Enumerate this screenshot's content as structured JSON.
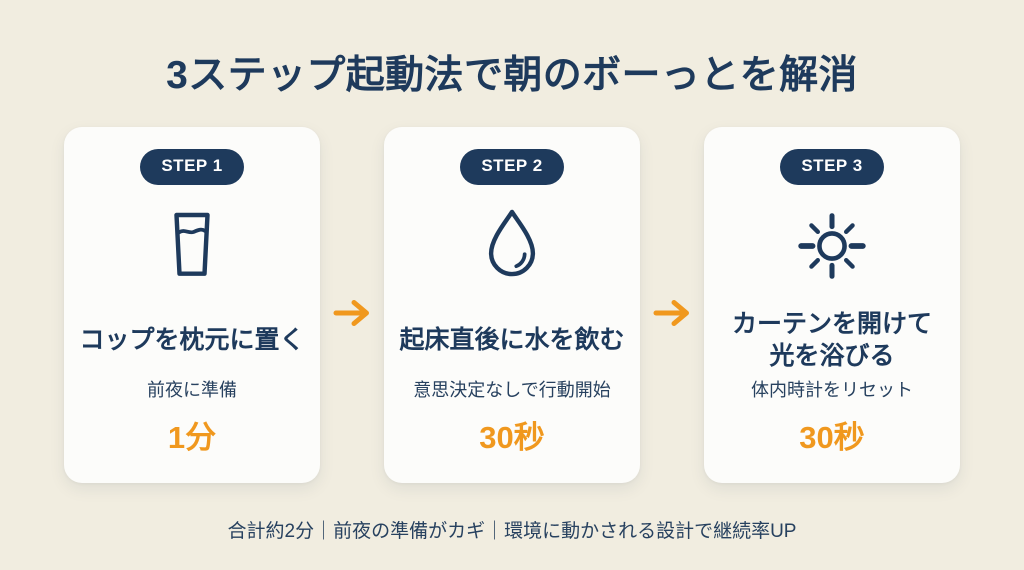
{
  "title": "3ステップ起動法で朝のボーっとを解消",
  "footer": "合計約2分｜前夜の準備がカギ｜環境に動かされる設計で継続率UP",
  "colors": {
    "background": "#F1EDE0",
    "card": "#FCFCFA",
    "navy": "#1E3A5C",
    "orange": "#F0981E"
  },
  "arrow": {
    "icon": "right-arrow-icon"
  },
  "steps": [
    {
      "badge": "STEP 1",
      "icon": "water-glass-icon",
      "title": "コップを枕元に置く",
      "subtitle": "前夜に準備",
      "duration": "1分"
    },
    {
      "badge": "STEP 2",
      "icon": "water-drop-icon",
      "title": "起床直後に水を飲む",
      "subtitle": "意思決定なしで行動開始",
      "duration": "30秒"
    },
    {
      "badge": "STEP 3",
      "icon": "sun-icon",
      "title": "カーテンを開けて\n光を浴びる",
      "subtitle": "体内時計をリセット",
      "duration": "30秒"
    }
  ]
}
